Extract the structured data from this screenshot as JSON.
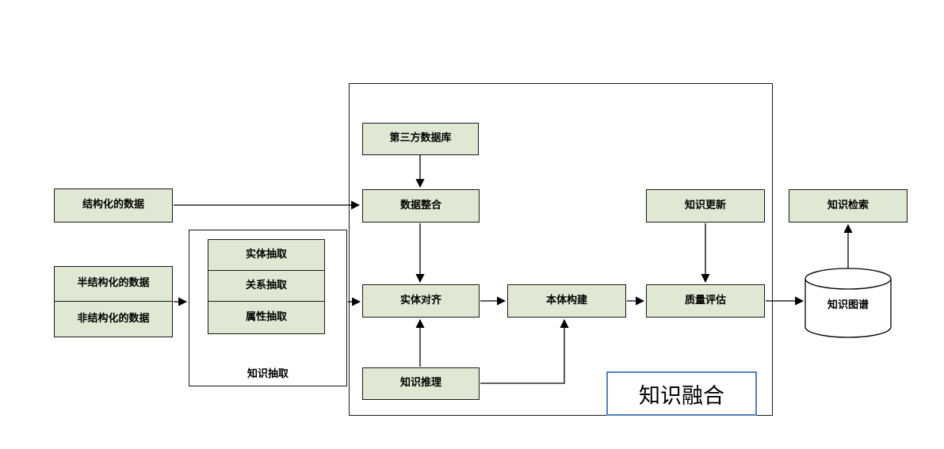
{
  "diagram": {
    "colors": {
      "node_fill": "#dfe8d2",
      "node_border": "#1a1a1a",
      "fusion_box_border": "#4f81bd",
      "arrow": "#000000"
    },
    "nodes": {
      "structured_data": {
        "label": "结构化的数据"
      },
      "semi_structured_data": {
        "label": "半结构化的数据"
      },
      "unstructured_data": {
        "label": "非结构化的数据"
      },
      "entity_extraction": {
        "label": "实体抽取"
      },
      "relation_extraction": {
        "label": "关系抽取"
      },
      "attribute_extraction": {
        "label": "属性抽取"
      },
      "knowledge_extraction_group": {
        "label": "知识抽取"
      },
      "third_party_database": {
        "label": "第三方数据库"
      },
      "data_integration": {
        "label": "数据整合"
      },
      "entity_alignment": {
        "label": "实体对齐"
      },
      "ontology_construction": {
        "label": "本体构建"
      },
      "quality_evaluation": {
        "label": "质量评估"
      },
      "knowledge_reasoning": {
        "label": "知识推理"
      },
      "knowledge_update": {
        "label": "知识更新"
      },
      "knowledge_fusion_group": {
        "label": "知识融合"
      },
      "knowledge_retrieval": {
        "label": "知识检索"
      },
      "knowledge_graph": {
        "label": "知识图谱"
      }
    },
    "edges": [
      {
        "from": "third_party_database",
        "to": "data_integration"
      },
      {
        "from": "structured_data",
        "to": "data_integration"
      },
      {
        "from": "data_integration",
        "to": "entity_alignment"
      },
      {
        "from": "semi_structured_data+unstructured_data",
        "to": "knowledge_extraction_group"
      },
      {
        "from": "knowledge_extraction_group",
        "to": "entity_alignment"
      },
      {
        "from": "knowledge_reasoning",
        "to": "entity_alignment"
      },
      {
        "from": "entity_alignment",
        "to": "ontology_construction"
      },
      {
        "from": "knowledge_reasoning",
        "to": "ontology_construction"
      },
      {
        "from": "ontology_construction",
        "to": "quality_evaluation"
      },
      {
        "from": "knowledge_update",
        "to": "quality_evaluation"
      },
      {
        "from": "quality_evaluation",
        "to": "knowledge_graph"
      },
      {
        "from": "knowledge_graph",
        "to": "knowledge_retrieval"
      }
    ]
  }
}
